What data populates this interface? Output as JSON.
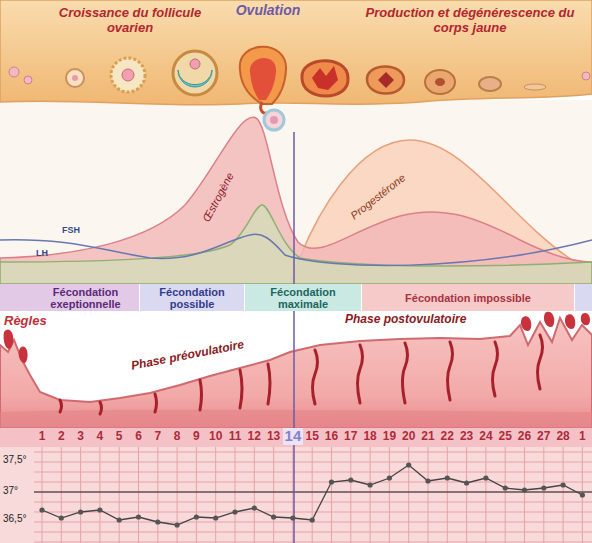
{
  "diagram": {
    "nodes": [
      {
        "text": [
          "Fécondation exeptionnelle"
        ]
      },
      {
        "text": [
          "Fécondation possible"
        ]
      },
      {
        "text": [
          "Fécondation maximale"
        ]
      },
      {
        "text": [
          "Fécondation impossible"
        ]
      }
    ],
    "labels": [
      "Croissance du follicule ovarien",
      "Ovulation",
      "Production et dégénérescence du corps jaune",
      "Œstrogène",
      "FSH",
      "LH",
      "Progestérone",
      "Règles",
      "Phase préovulatoire",
      "Phase postovulatoire",
      "1",
      "2",
      "3",
      "4",
      "5",
      "6",
      "7",
      "8",
      "9",
      "10",
      "11",
      "12",
      "13",
      "14",
      "15",
      "16",
      "17",
      "18",
      "19",
      "20",
      "21",
      "22",
      "23",
      "24",
      "25",
      "26",
      "27",
      "28",
      "1",
      "37,5°",
      "37°",
      "36,5°"
    ]
  }
}
